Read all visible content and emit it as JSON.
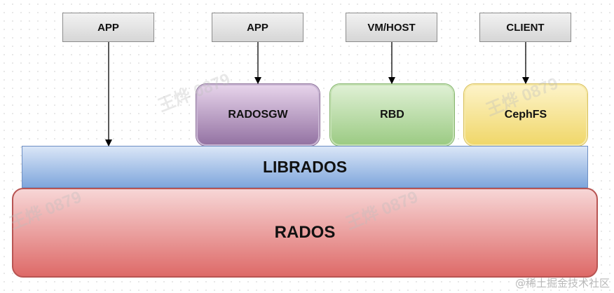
{
  "top_boxes": {
    "app_left": "APP",
    "app_right": "APP",
    "vm_host": "VM/HOST",
    "client": "CLIENT"
  },
  "services": {
    "radosgw": "RADOSGW",
    "rbd": "RBD",
    "cephfs": "CephFS"
  },
  "layers": {
    "librados": "LIBRADOS",
    "rados": "RADOS"
  },
  "watermark": "王烨 0879",
  "source_mark": "@稀土掘金技术社区",
  "colors": {
    "radosgw": "#9473a3",
    "rbd": "#9ccb84",
    "cephfs": "#f0d76a",
    "librados": "#7fa6dc",
    "rados": "#de6a68",
    "top_box": "#d6d6d6"
  }
}
